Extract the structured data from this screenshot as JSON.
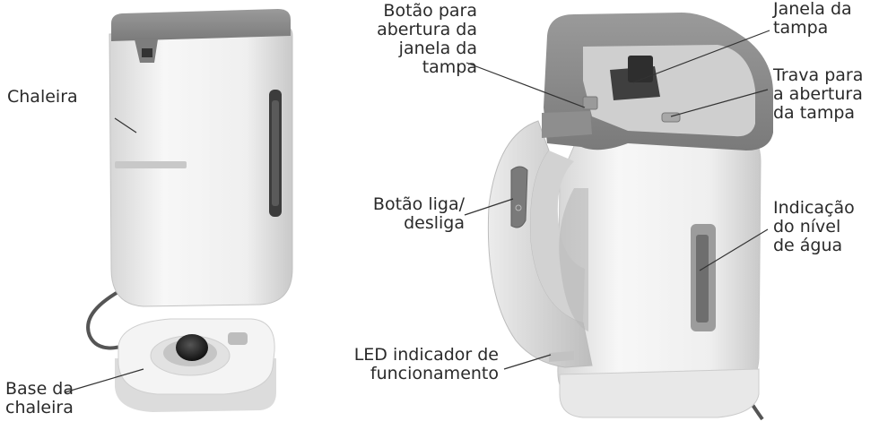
{
  "labels": {
    "chaleira": "Chaleira",
    "base_chaleira": "Base da\nchaleira",
    "botao_janela": "Botão para\nabertura da\njanela da\ntampa",
    "botao_liga": "Botão liga/\ndesliga",
    "led": "LED indicador de\nfuncionamento",
    "janela_tampa": "Janela da\ntampa",
    "trava": "Trava para\na abertura\nda tampa",
    "nivel_agua": "Indicação\ndo nível\nde água"
  },
  "colors": {
    "body": "#f2f2f2",
    "body_shade": "#d9d9d9",
    "lid": "#8a8a8a",
    "lid_dark": "#6c6c6c",
    "window": "#444444",
    "leader": "#333333"
  }
}
